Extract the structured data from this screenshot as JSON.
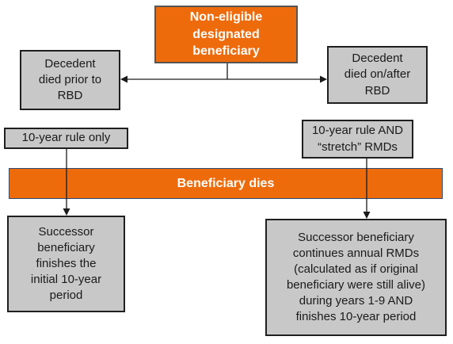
{
  "diagram": {
    "root": {
      "label": "Non-eligible\ndesignated\nbeneficiary"
    },
    "left_branch": {
      "label": "Decedent\ndied prior to\nRBD"
    },
    "right_branch": {
      "label": "Decedent\ndied on/after\nRBD"
    },
    "left_rule": {
      "label": "10-year rule only"
    },
    "right_rule": {
      "label": "10-year rule AND\n“stretch” RMDs"
    },
    "event_banner": {
      "label": "Beneficiary dies"
    },
    "left_outcome": {
      "label": "Successor\nbeneficiary\nfinishes the\ninitial 10-year\nperiod"
    },
    "right_outcome": {
      "label": "Successor beneficiary\ncontinues annual RMDs\n(calculated as if original\nbeneficiary were still alive)\nduring years 1-9 AND\nfinishes 10-year period"
    }
  },
  "colors": {
    "accent_orange": "#ee6b0c",
    "box_gray": "#c8c8c8",
    "line_black": "#1a1a1a"
  }
}
